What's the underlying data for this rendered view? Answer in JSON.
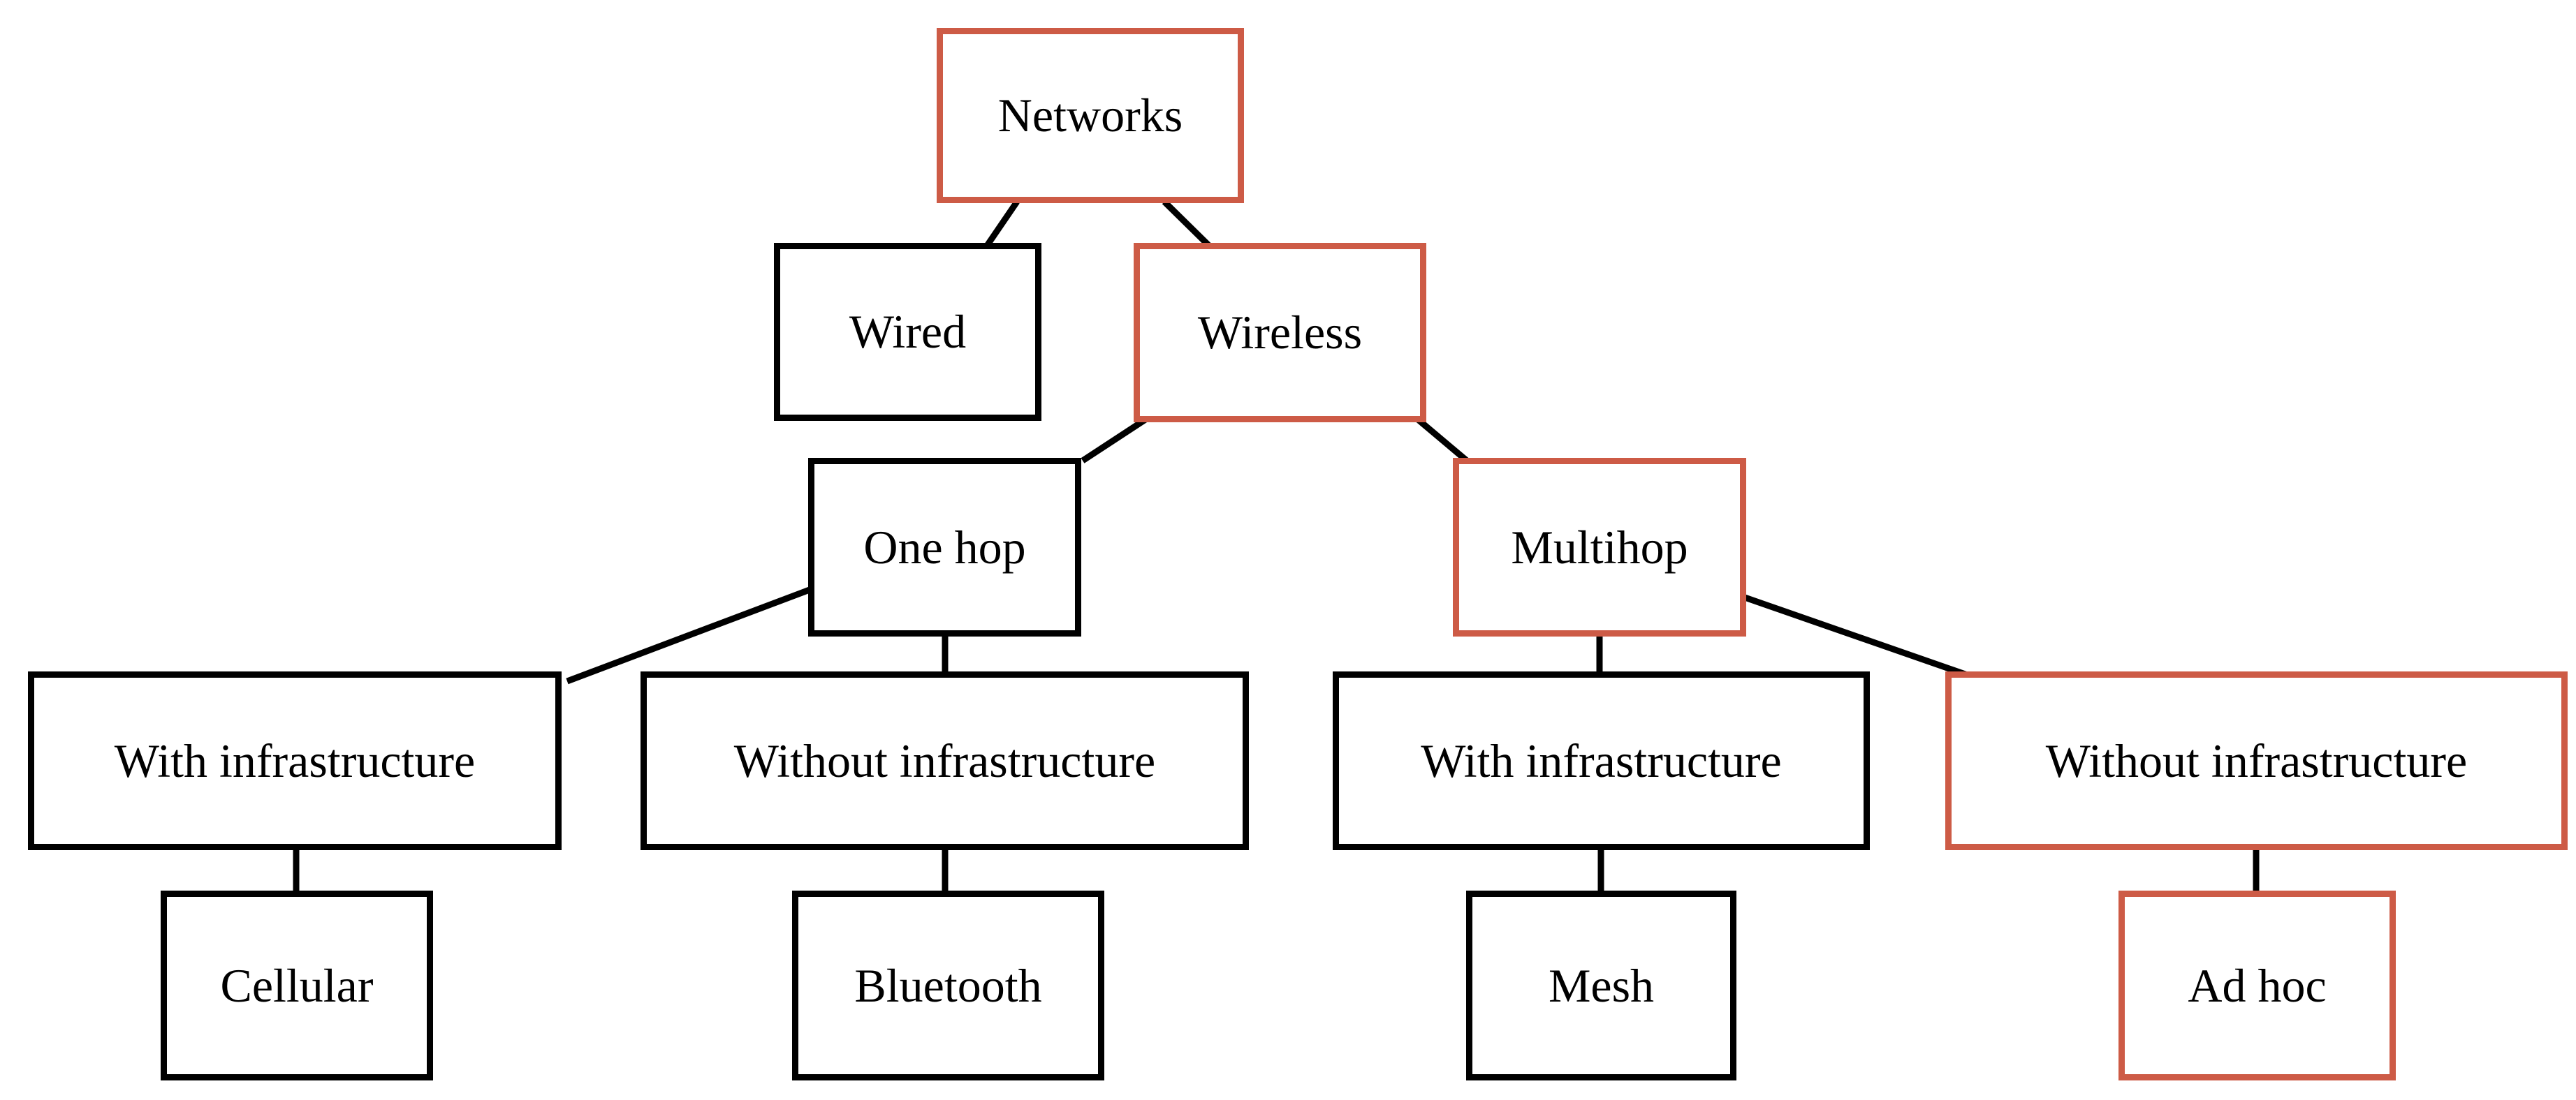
{
  "diagram": {
    "nodes": {
      "networks": {
        "label": "Networks",
        "highlighted": true
      },
      "wired": {
        "label": "Wired",
        "highlighted": false
      },
      "wireless": {
        "label": "Wireless",
        "highlighted": true
      },
      "one_hop": {
        "label": "One hop",
        "highlighted": false
      },
      "multihop": {
        "label": "Multihop",
        "highlighted": true
      },
      "with_infra_one": {
        "label": "With infrastructure",
        "highlighted": false
      },
      "without_infra_one": {
        "label": "Without infrastructure",
        "highlighted": false
      },
      "with_infra_multi": {
        "label": "With infrastructure",
        "highlighted": false
      },
      "without_infra_multi": {
        "label": "Without infrastructure",
        "highlighted": true
      },
      "cellular": {
        "label": "Cellular",
        "highlighted": false
      },
      "bluetooth": {
        "label": "Bluetooth",
        "highlighted": false
      },
      "mesh": {
        "label": "Mesh",
        "highlighted": false
      },
      "ad_hoc": {
        "label": "Ad hoc",
        "highlighted": true
      }
    },
    "edges": [
      [
        "networks",
        "wired"
      ],
      [
        "networks",
        "wireless"
      ],
      [
        "wireless",
        "one_hop"
      ],
      [
        "wireless",
        "multihop"
      ],
      [
        "one_hop",
        "with_infra_one"
      ],
      [
        "one_hop",
        "without_infra_one"
      ],
      [
        "multihop",
        "with_infra_multi"
      ],
      [
        "multihop",
        "without_infra_multi"
      ],
      [
        "with_infra_one",
        "cellular"
      ],
      [
        "without_infra_one",
        "bluetooth"
      ],
      [
        "with_infra_multi",
        "mesh"
      ],
      [
        "without_infra_multi",
        "ad_hoc"
      ]
    ],
    "colors": {
      "highlight_border": "#CD5B46",
      "default_border": "#000000",
      "text": "#000000",
      "background": "#FFFFFF"
    }
  }
}
